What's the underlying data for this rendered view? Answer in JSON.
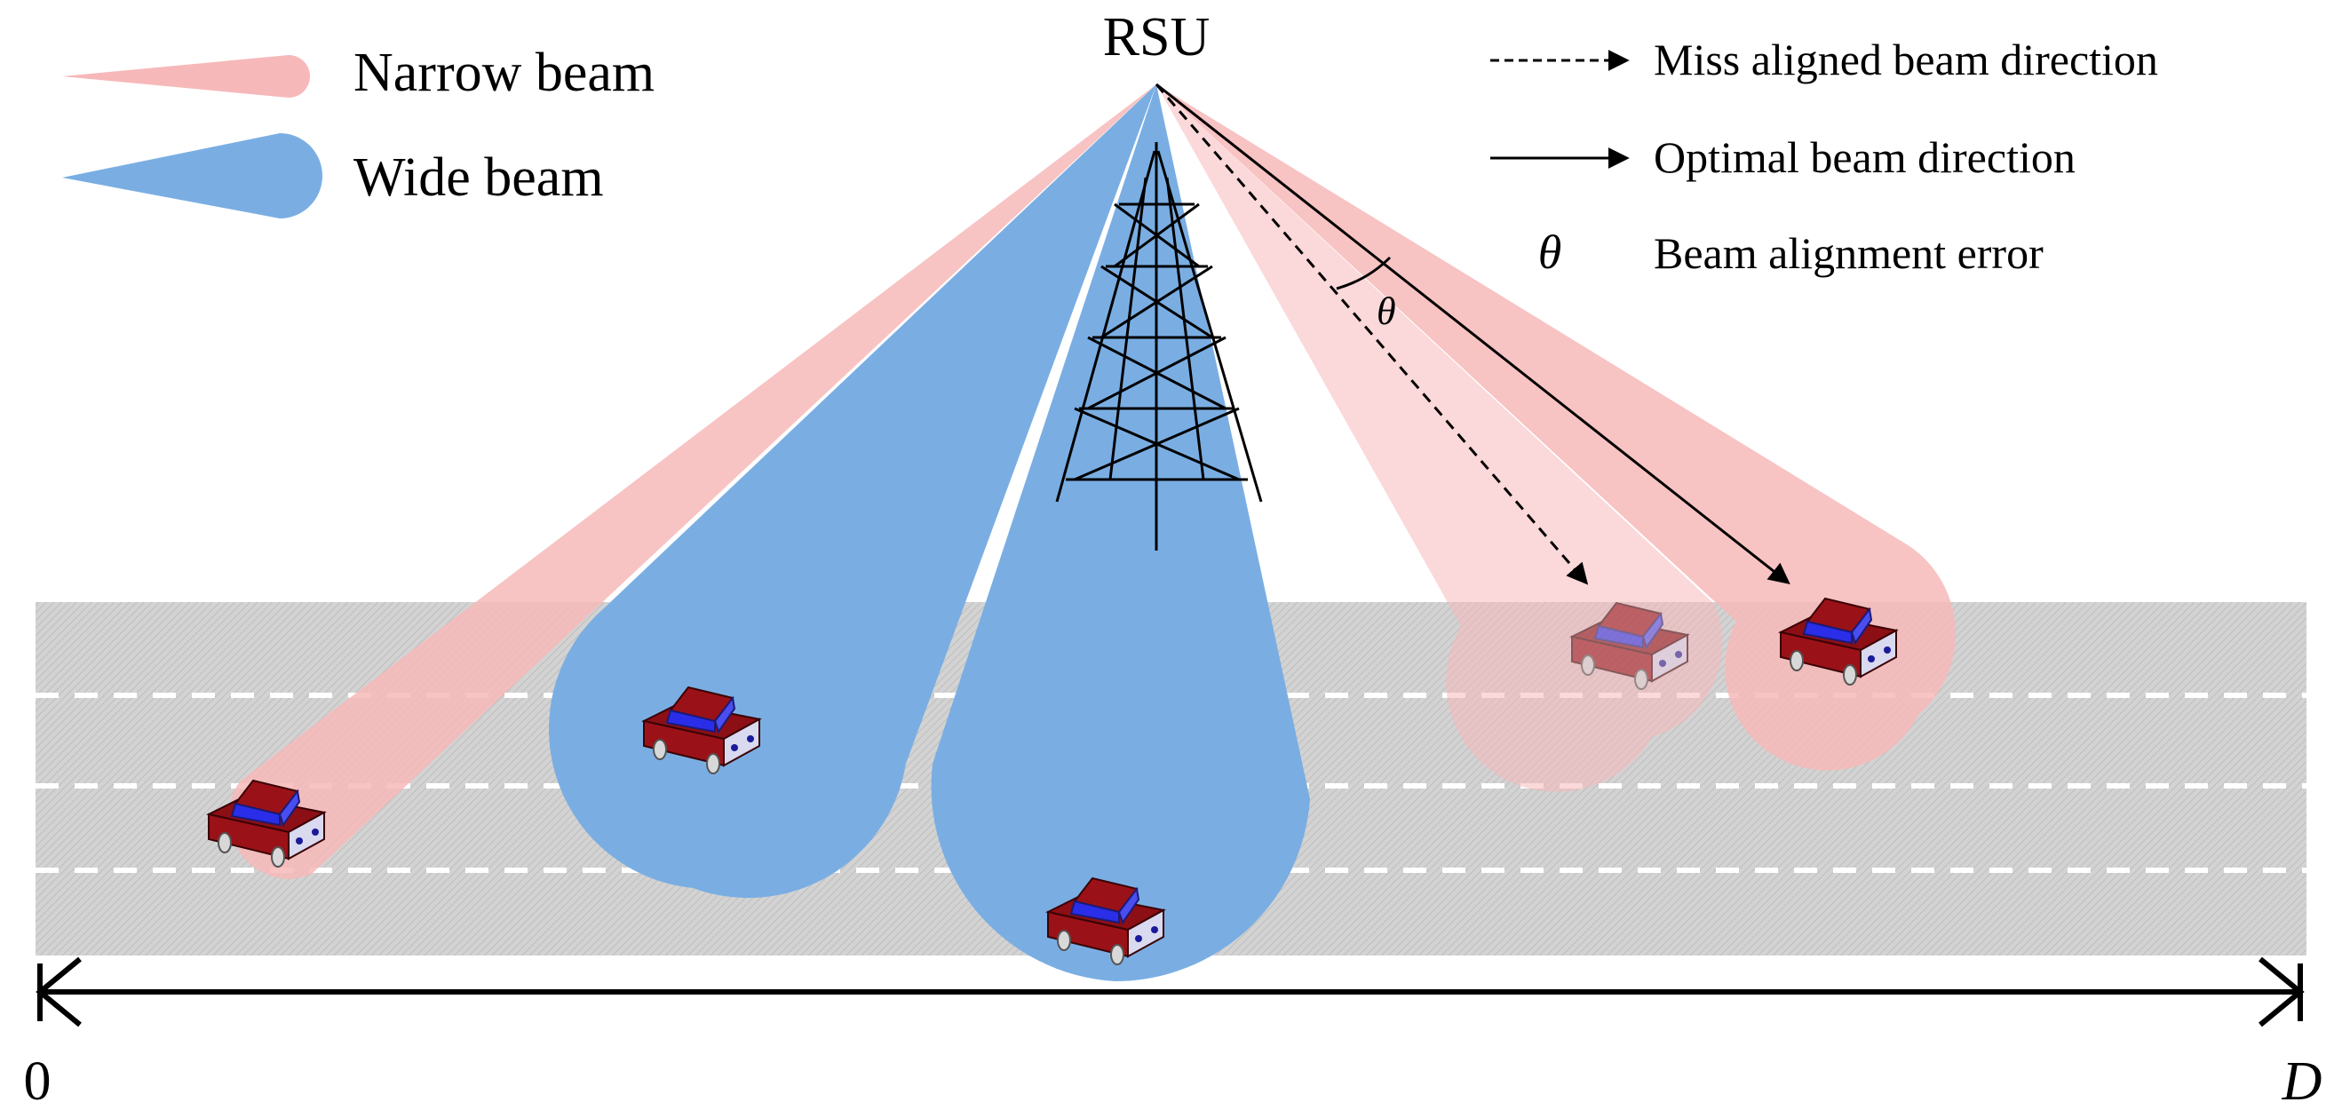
{
  "rsu_label": "RSU",
  "legend": {
    "narrow_beam": "Narrow beam",
    "wide_beam": "Wide beam",
    "miss_aligned": "Miss aligned beam direction",
    "optimal": "Optimal beam direction",
    "theta_symbol": "θ",
    "error": "Beam alignment error"
  },
  "angle_label": "θ",
  "axis": {
    "start": "0",
    "end": "D"
  },
  "colors": {
    "narrow_beam": "#f7b8b9",
    "wide_beam": "#7aaee3",
    "road": "#cfcfcf",
    "car_body": "#8b0f14",
    "car_roof": "#2a2ee8",
    "lane_marking": "#ffffff"
  },
  "icons": [
    "rsu-tower-icon",
    "car-icon"
  ]
}
